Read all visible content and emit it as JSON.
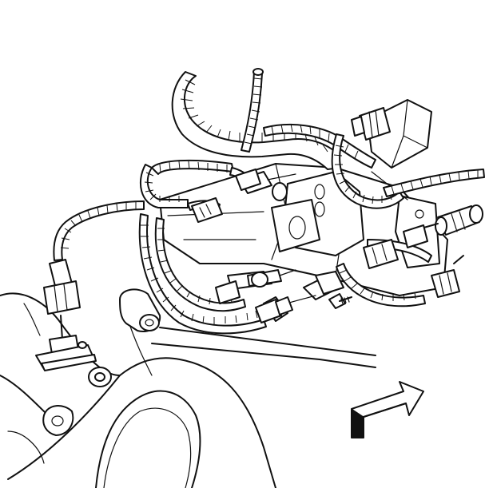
{
  "figure": {
    "background": "#ffffff",
    "ink": "#111111",
    "parts": [
      "engine-block",
      "upper-intake-manifold",
      "wiring-harness",
      "fuel-injector-connectors",
      "sensor-connector-left",
      "electrical-connector-top",
      "sensor-right",
      "mounting-bolt",
      "direction-arrow"
    ],
    "arrow_icon": "view-direction-arrow"
  }
}
